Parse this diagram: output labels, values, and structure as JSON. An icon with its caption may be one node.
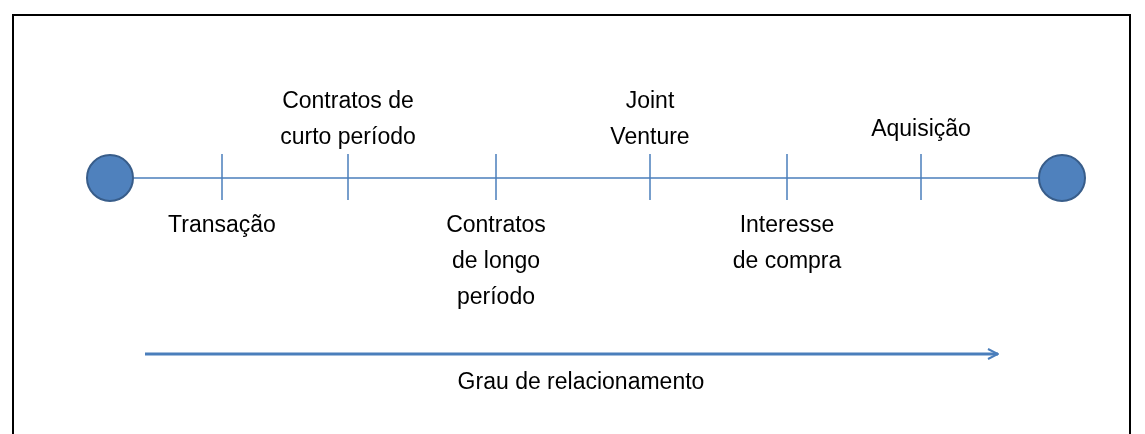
{
  "diagram": {
    "nodes": [
      {
        "text": [],
        "shape": "circle"
      },
      {
        "text": [],
        "shape": "circle"
      }
    ],
    "edges": [
      {
        "from": 0,
        "to": 1,
        "arrow": "none"
      }
    ],
    "labels": [
      "Transação",
      "Contratos de curto período",
      "Contratos de longo período",
      "Joint Venture",
      "Interesse de compra",
      "Aquisição",
      "Grau de relacionamento"
    ]
  }
}
